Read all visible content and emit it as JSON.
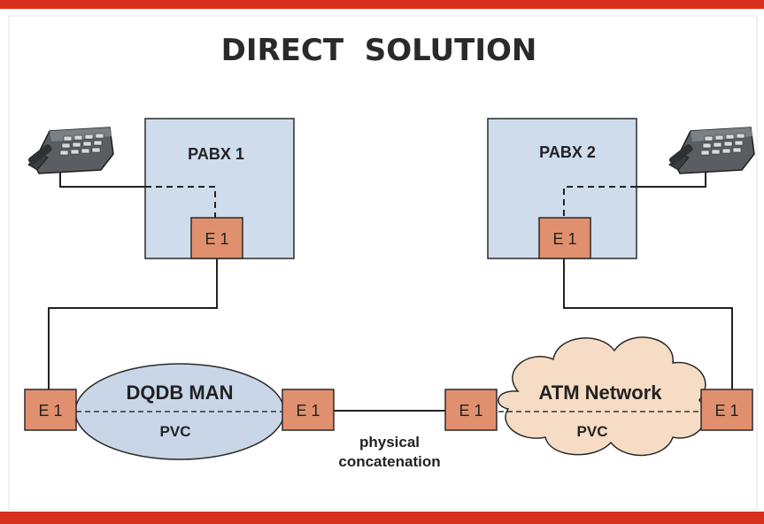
{
  "title": "DIRECT  SOLUTION",
  "pabx1": {
    "label": "PABX 1",
    "port": "E 1"
  },
  "pabx2": {
    "label": "PABX 2",
    "port": "E 1"
  },
  "dqdb": {
    "label": "DQDB MAN",
    "pvc": "PVC",
    "left_port": "E 1",
    "right_port": "E 1"
  },
  "atm": {
    "label": "ATM Network",
    "pvc": "PVC",
    "left_port": "E 1",
    "right_port": "E 1"
  },
  "link": {
    "line1": "physical",
    "line2": "concatenation"
  },
  "colors": {
    "frame": "#d8301e",
    "pabx_fill": "#cfdcec",
    "e1_fill": "#e0906e",
    "ellipse_fill": "#c9d6e8",
    "cloud_fill": "#f6dcc4",
    "line": "#222222"
  },
  "icons": {
    "left_phone": "telephone-icon",
    "right_phone": "telephone-icon"
  }
}
